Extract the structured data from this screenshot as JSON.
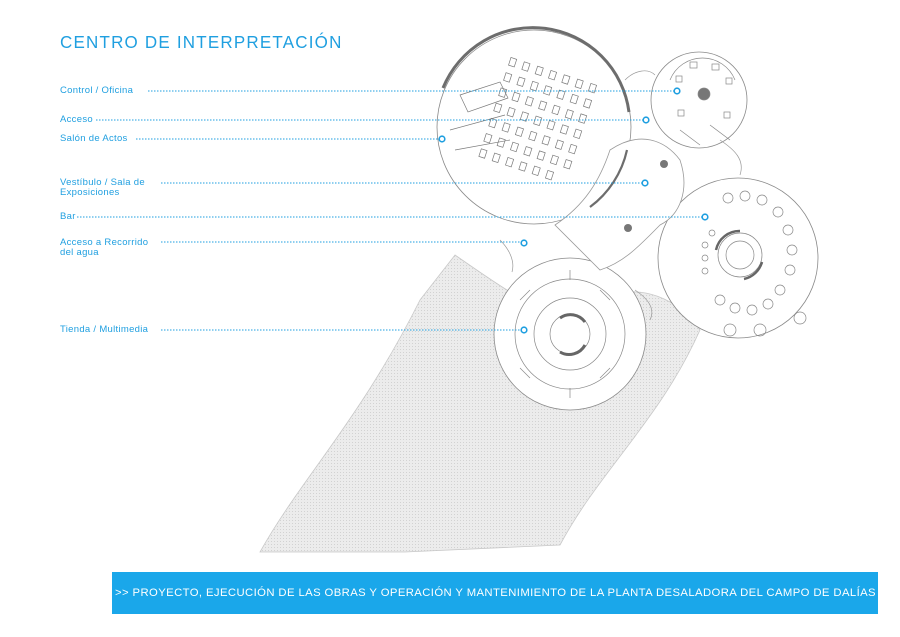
{
  "title": "CENTRO  DE  INTERPRETACIÓN",
  "labels": [
    {
      "lines": [
        "Control  /  Oficina"
      ]
    },
    {
      "lines": [
        "Acceso"
      ]
    },
    {
      "lines": [
        "Salón  de  Actos"
      ]
    },
    {
      "lines": [
        "Vestíbulo  /  Sala  de",
        "Exposiciones"
      ]
    },
    {
      "lines": [
        "Bar"
      ]
    },
    {
      "lines": [
        "Acceso  a  Recorrido",
        "del  agua"
      ]
    },
    {
      "lines": [
        "Tienda  /  Multimedia"
      ]
    }
  ],
  "banner": {
    "text": ">>  PROYECTO,  EJECUCIÓN  DE  LAS  OBRAS  Y  OPERACIÓN  Y  MANTENIMIENTO  DE  LA  PLANTA  DESALADORA  DEL  CAMPO  DE  DALÍAS  ( ALMERÍA )"
  },
  "colors": {
    "accent": "#1f9fe0",
    "banner_bg": "#1aa7ea",
    "ground": "#e9e9e9"
  }
}
